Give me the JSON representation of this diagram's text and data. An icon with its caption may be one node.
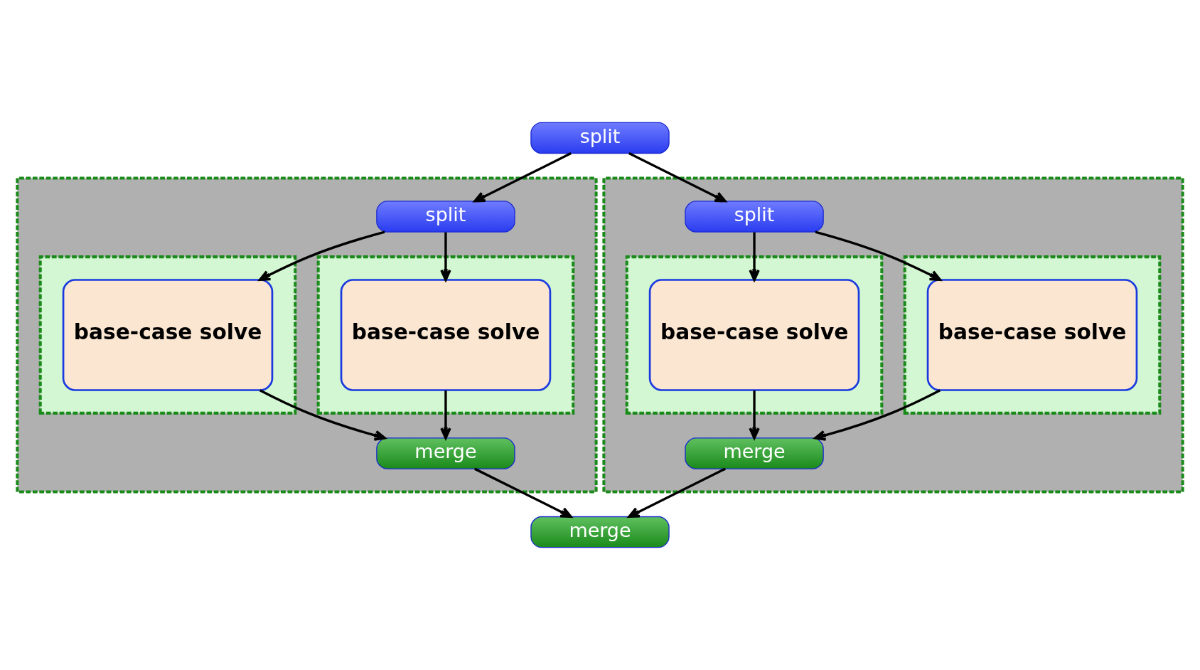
{
  "diagram": {
    "nodes": [
      {
        "text": [
          "split"
        ]
      },
      {
        "text": [],
        "shape": "box"
      },
      {
        "text": [
          "split"
        ],
        "in": 1
      },
      {
        "text": [],
        "shape": "box",
        "in": 1
      },
      {
        "text": [
          "base-case solve"
        ],
        "in": 3
      },
      {
        "text": [],
        "shape": "box",
        "in": 1
      },
      {
        "text": [
          "base-case solve"
        ],
        "in": 5
      },
      {
        "text": [
          "merge"
        ],
        "in": 1
      },
      {
        "text": [],
        "shape": "box"
      },
      {
        "text": [
          "split"
        ],
        "in": 8
      },
      {
        "text": [],
        "shape": "box",
        "in": 8
      },
      {
        "text": [
          "base-case solve"
        ],
        "in": 10
      },
      {
        "text": [],
        "shape": "box",
        "in": 8
      },
      {
        "text": [
          "base-case solve"
        ],
        "in": 12
      },
      {
        "text": [
          "merge"
        ],
        "in": 8
      },
      {
        "text": [
          "merge"
        ]
      }
    ],
    "edges": [
      {
        "from": 0,
        "to": 2,
        "arrow": "to"
      },
      {
        "from": 0,
        "to": 9,
        "arrow": "to"
      },
      {
        "from": 2,
        "to": 4,
        "arrow": "to"
      },
      {
        "from": 2,
        "to": 6,
        "arrow": "to"
      },
      {
        "from": 9,
        "to": 11,
        "arrow": "to"
      },
      {
        "from": 9,
        "to": 13,
        "arrow": "to"
      },
      {
        "from": 4,
        "to": 7,
        "arrow": "to"
      },
      {
        "from": 6,
        "to": 7,
        "arrow": "to"
      },
      {
        "from": 11,
        "to": 14,
        "arrow": "to"
      },
      {
        "from": 13,
        "to": 14,
        "arrow": "to"
      },
      {
        "from": 7,
        "to": 15,
        "arrow": "to"
      },
      {
        "from": 14,
        "to": 15,
        "arrow": "to"
      }
    ]
  }
}
